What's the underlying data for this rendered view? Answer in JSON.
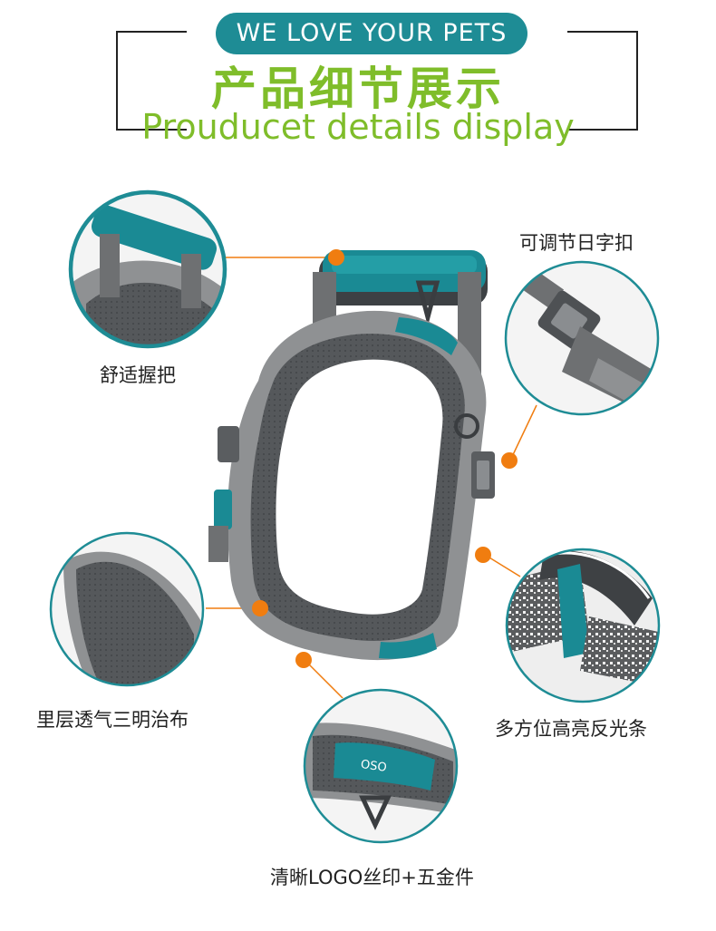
{
  "header": {
    "badge": "WE LOVE YOUR PETS",
    "title_cn": "产品细节展示",
    "title_en": "Prouducet details display"
  },
  "features": [
    {
      "label": "舒适握把"
    },
    {
      "label": "可调节日字扣"
    },
    {
      "label": "里层透气三明治布"
    },
    {
      "label": "多方位高亮反光条"
    },
    {
      "label": "清晰LOGO丝印+五金件"
    }
  ],
  "colors": {
    "accent_teal": "#1e8c95",
    "title_green": "#7fbd2a",
    "dot_orange": "#f07d10",
    "strap_gray": "#6e7072",
    "padding_gray": "#9a9c9e",
    "mesh_dark": "#55585b"
  }
}
